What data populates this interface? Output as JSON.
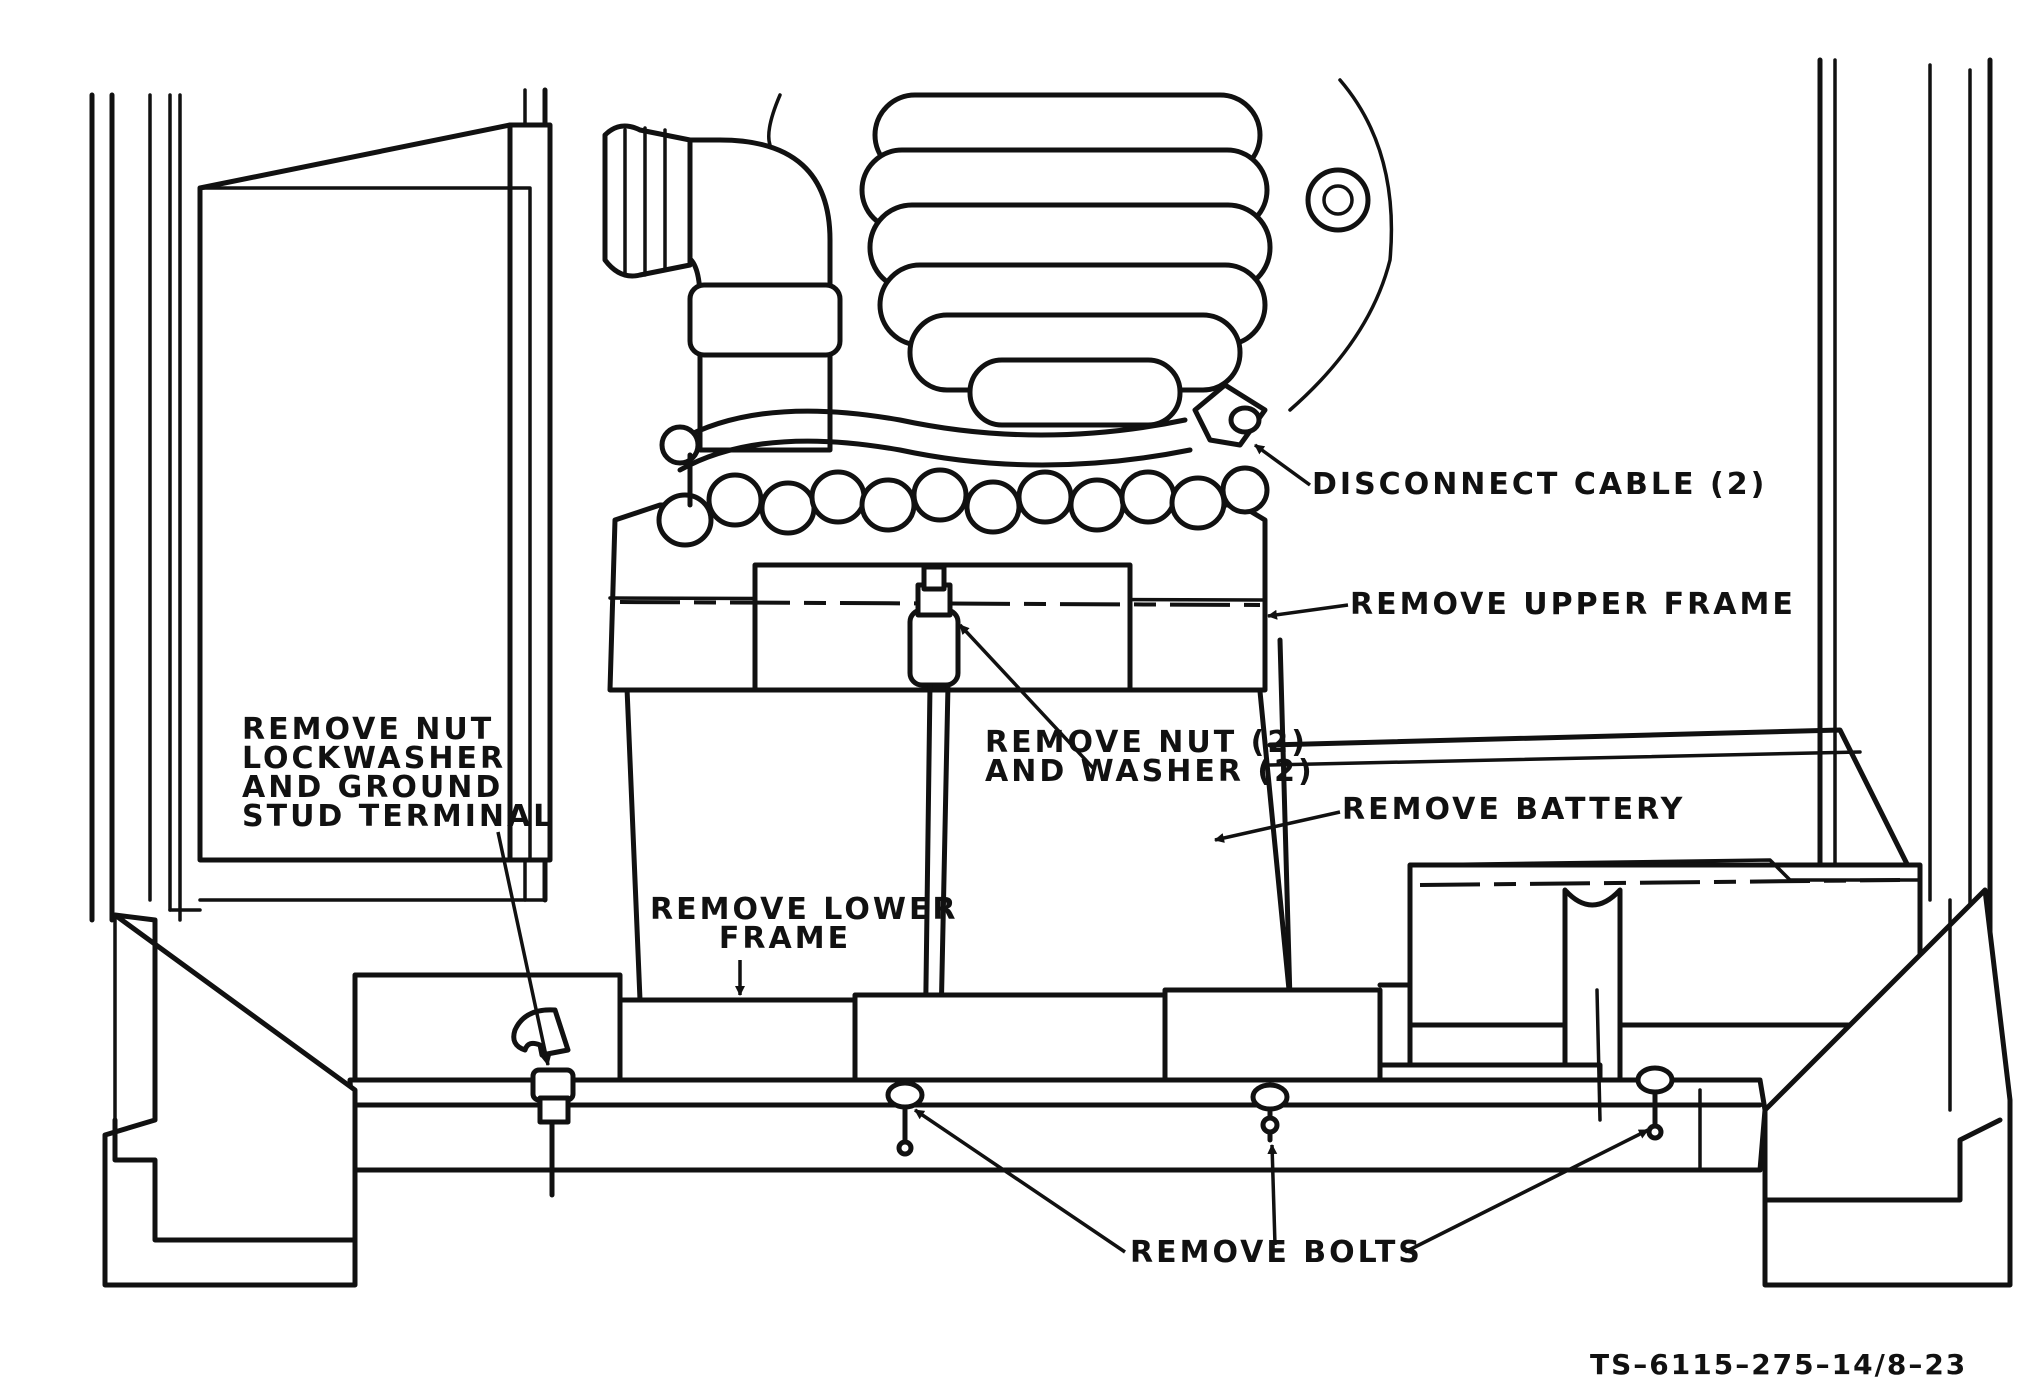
{
  "figure": {
    "figure_id": "TS–6115–275–14/8–23"
  },
  "callouts": {
    "disconnect_cable": "DISCONNECT CABLE (2)",
    "remove_upper_frame": "REMOVE UPPER FRAME",
    "remove_nut_washer": [
      "REMOVE NUT (2)",
      "AND WASHER (2)"
    ],
    "remove_battery": "REMOVE BATTERY",
    "remove_nut_lockwasher": [
      "REMOVE NUT",
      "LOCKWASHER",
      "AND GROUND",
      "STUD TERMINAL"
    ],
    "remove_lower_frame": [
      "REMOVE LOWER",
      "FRAME"
    ],
    "remove_bolts": "REMOVE BOLTS"
  }
}
